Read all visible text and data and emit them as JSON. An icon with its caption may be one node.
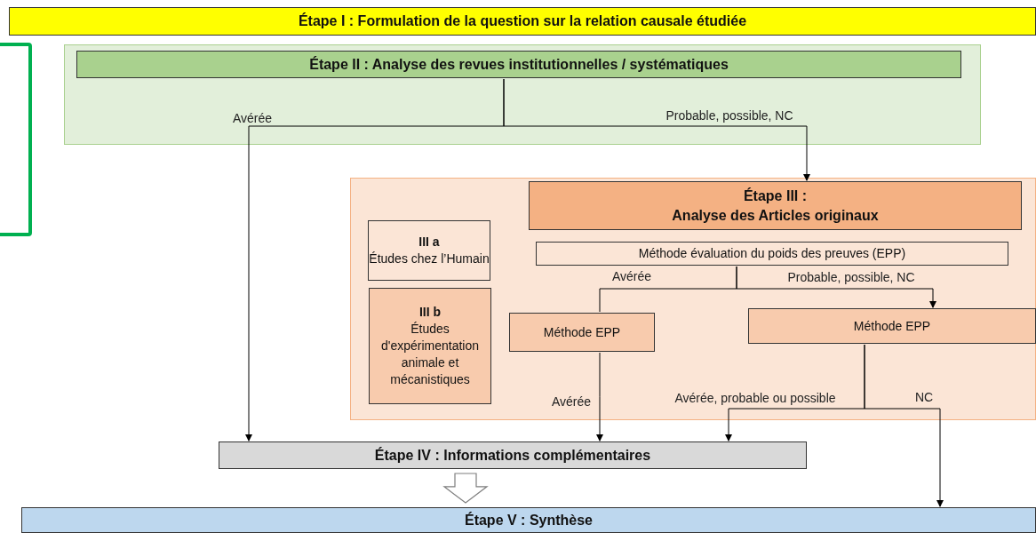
{
  "diagram": {
    "nodes": [
      {
        "text": [
          "Étape I : Formulation de la question sur la relation causale étudiée"
        ]
      },
      {
        "text": [],
        "shape": "box"
      },
      {
        "text": [],
        "shape": "box"
      },
      {
        "text": [
          "Étape II : Analyse des revues institutionnelles / systématiques"
        ],
        "in": 2
      },
      {
        "text": [],
        "shape": "box"
      },
      {
        "text": [
          "Étape III :",
          "Analyse des Articles originaux"
        ],
        "in": 4
      },
      {
        "text": [
          "III a",
          "Études chez l’Humain"
        ],
        "in": 4
      },
      {
        "text": [
          "III b",
          "Études d'expérimentation animale et mécanistiques"
        ],
        "in": 4
      },
      {
        "text": [
          "Méthode évaluation du poids des preuves (EPP)"
        ],
        "in": 4
      },
      {
        "text": [
          "Méthode EPP"
        ],
        "in": 4
      },
      {
        "text": [
          "Méthode EPP"
        ],
        "in": 4
      },
      {
        "text": [
          "Étape IV : Informations complémentaires"
        ]
      },
      {
        "text": [
          "Étape V : Synthèse"
        ]
      }
    ],
    "edges": [
      {
        "from": 3,
        "to": 11,
        "arrow": "to",
        "label": "Avérée"
      },
      {
        "from": 3,
        "to": 5,
        "arrow": "to",
        "label": "Probable, possible, NC"
      },
      {
        "from": 8,
        "to": 9,
        "arrow": "none",
        "label": "Avérée"
      },
      {
        "from": 8,
        "to": 10,
        "arrow": "to",
        "label": "Probable, possible, NC"
      },
      {
        "from": 9,
        "to": 11,
        "arrow": "to",
        "label": "Avérée"
      },
      {
        "from": 10,
        "to": 11,
        "arrow": "to",
        "label": "Avérée, probable ou possible"
      },
      {
        "from": 10,
        "to": 12,
        "arrow": "to",
        "label": "NC"
      },
      {
        "from": 11,
        "to": 12,
        "arrow": "to",
        "style": "thick"
      }
    ]
  }
}
